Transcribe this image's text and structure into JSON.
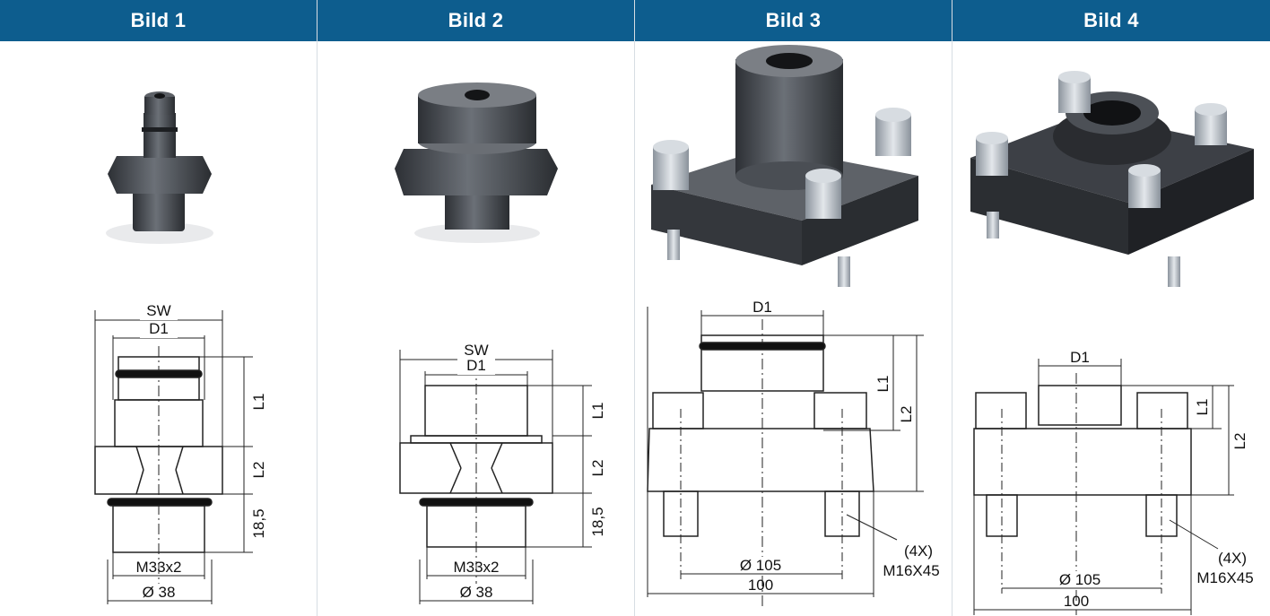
{
  "colors": {
    "header_bg": "#0d5d8e",
    "header_text": "#ffffff",
    "steel_dark": "#3c3f44",
    "steel_mid": "#5b5f66",
    "bolt": "#b9c0c8"
  },
  "columns": [
    {
      "title": "Bild 1",
      "sw": "SW",
      "d1": "D1",
      "l1": "L1",
      "l2": "L2",
      "l3": "18,5",
      "thread": "M33x2",
      "dia": "Ø 38"
    },
    {
      "title": "Bild 2",
      "sw": "SW",
      "d1": "D1",
      "l1": "L1",
      "l2": "L2",
      "l3": "18,5",
      "thread": "M33x2",
      "dia": "Ø 38"
    },
    {
      "title": "Bild 3",
      "d1": "D1",
      "l1": "L1",
      "l2": "L2",
      "bolt_circle": "Ø 105",
      "width": "100",
      "count": "(4X)",
      "bolt": "M16X45"
    },
    {
      "title": "Bild 4",
      "d1": "D1",
      "l1": "L1",
      "l2": "L2",
      "bolt_circle": "Ø 105",
      "width": "100",
      "count": "(4X)",
      "bolt": "M16X45"
    }
  ]
}
